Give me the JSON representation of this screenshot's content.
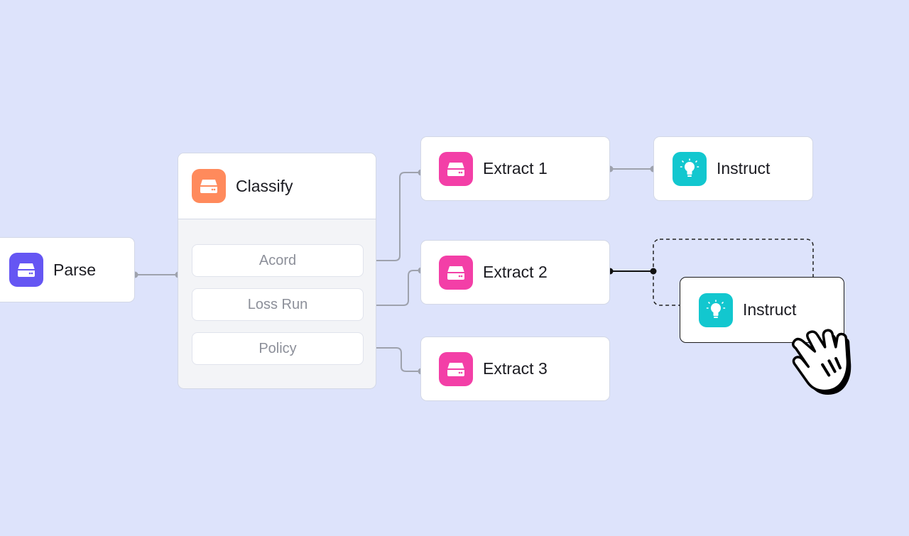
{
  "nodes": {
    "parse": {
      "label": "Parse",
      "icon": "drive-icon",
      "icon_color": "#6556f3"
    },
    "classify": {
      "label": "Classify",
      "icon": "drive-icon",
      "icon_color": "#ff8a5c",
      "options": [
        "Acord",
        "Loss Run",
        "Policy"
      ]
    },
    "extract_1": {
      "label": "Extract 1",
      "icon": "drive-icon",
      "icon_color": "#f33fa7"
    },
    "extract_2": {
      "label": "Extract 2",
      "icon": "drive-icon",
      "icon_color": "#f33fa7"
    },
    "extract_3": {
      "label": "Extract 3",
      "icon": "drive-icon",
      "icon_color": "#f33fa7"
    },
    "instruct_1": {
      "label": "Instruct",
      "icon": "lightbulb-icon",
      "icon_color": "#12c7cf"
    },
    "instruct_dragging": {
      "label": "Instruct",
      "icon": "lightbulb-icon",
      "icon_color": "#12c7cf"
    }
  },
  "colors": {
    "background": "#dde3fb",
    "connector": "#9ea2ad",
    "active_connector": "#111111"
  }
}
